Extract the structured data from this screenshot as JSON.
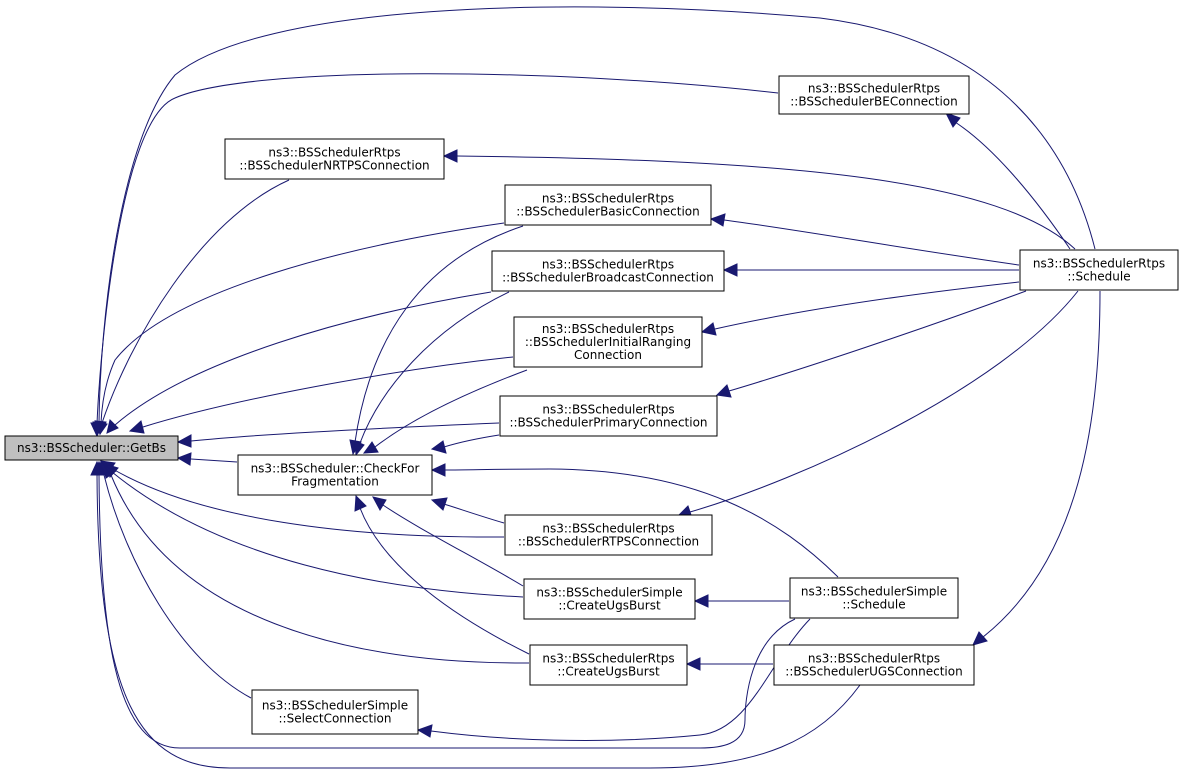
{
  "diagram": {
    "type": "call-graph",
    "edge_color": "#191970",
    "root_fill": "#bfbfbf",
    "nodes": [
      {
        "id": "getbs",
        "root": true,
        "lines": [
          "ns3::BSScheduler::GetBs"
        ]
      },
      {
        "id": "rtps_be",
        "lines": [
          "ns3::BSSchedulerRtps",
          "::BSSchedulerBEConnection"
        ]
      },
      {
        "id": "rtps_nrtps",
        "lines": [
          "ns3::BSSchedulerRtps",
          "::BSSchedulerNRTPSConnection"
        ]
      },
      {
        "id": "rtps_basic",
        "lines": [
          "ns3::BSSchedulerRtps",
          "::BSSchedulerBasicConnection"
        ]
      },
      {
        "id": "rtps_broadcast",
        "lines": [
          "ns3::BSSchedulerRtps",
          "::BSSchedulerBroadcastConnection"
        ]
      },
      {
        "id": "rtps_initial",
        "lines": [
          "ns3::BSSchedulerRtps",
          "::BSSchedulerInitialRanging",
          "Connection"
        ]
      },
      {
        "id": "rtps_primary",
        "lines": [
          "ns3::BSSchedulerRtps",
          "::BSSchedulerPrimaryConnection"
        ]
      },
      {
        "id": "checkfrag",
        "lines": [
          "ns3::BSScheduler::CheckFor",
          "Fragmentation"
        ]
      },
      {
        "id": "rtps_rtps",
        "lines": [
          "ns3::BSSchedulerRtps",
          "::BSSchedulerRTPSConnection"
        ]
      },
      {
        "id": "simple_ugs",
        "lines": [
          "ns3::BSSchedulerSimple",
          "::CreateUgsBurst"
        ]
      },
      {
        "id": "rtps_ugsburst",
        "lines": [
          "ns3::BSSchedulerRtps",
          "::CreateUgsBurst"
        ]
      },
      {
        "id": "simple_select",
        "lines": [
          "ns3::BSSchedulerSimple",
          "::SelectConnection"
        ]
      },
      {
        "id": "rtps_schedule",
        "lines": [
          "ns3::BSSchedulerRtps",
          "::Schedule"
        ]
      },
      {
        "id": "simple_schedule",
        "lines": [
          "ns3::BSSchedulerSimple",
          "::Schedule"
        ]
      },
      {
        "id": "rtps_ugsconn",
        "lines": [
          "ns3::BSSchedulerRtps",
          "::BSSchedulerUGSConnection"
        ]
      }
    ],
    "edges": [
      {
        "from": "rtps_be",
        "to": "getbs"
      },
      {
        "from": "rtps_nrtps",
        "to": "getbs"
      },
      {
        "from": "rtps_basic",
        "to": "getbs"
      },
      {
        "from": "rtps_broadcast",
        "to": "getbs"
      },
      {
        "from": "rtps_initial",
        "to": "getbs"
      },
      {
        "from": "rtps_primary",
        "to": "getbs"
      },
      {
        "from": "checkfrag",
        "to": "getbs"
      },
      {
        "from": "rtps_rtps",
        "to": "getbs"
      },
      {
        "from": "simple_ugs",
        "to": "getbs"
      },
      {
        "from": "rtps_ugsburst",
        "to": "getbs"
      },
      {
        "from": "simple_select",
        "to": "getbs"
      },
      {
        "from": "rtps_schedule",
        "to": "getbs"
      },
      {
        "from": "simple_schedule",
        "to": "getbs"
      },
      {
        "from": "rtps_ugsconn",
        "to": "getbs"
      },
      {
        "from": "rtps_basic",
        "to": "checkfrag"
      },
      {
        "from": "rtps_broadcast",
        "to": "checkfrag"
      },
      {
        "from": "rtps_initial",
        "to": "checkfrag"
      },
      {
        "from": "rtps_primary",
        "to": "checkfrag"
      },
      {
        "from": "rtps_rtps",
        "to": "checkfrag"
      },
      {
        "from": "simple_ugs",
        "to": "checkfrag"
      },
      {
        "from": "rtps_ugsburst",
        "to": "checkfrag"
      },
      {
        "from": "simple_schedule",
        "to": "checkfrag"
      },
      {
        "from": "rtps_schedule",
        "to": "rtps_be"
      },
      {
        "from": "rtps_schedule",
        "to": "rtps_nrtps"
      },
      {
        "from": "rtps_schedule",
        "to": "rtps_basic"
      },
      {
        "from": "rtps_schedule",
        "to": "rtps_broadcast"
      },
      {
        "from": "rtps_schedule",
        "to": "rtps_initial"
      },
      {
        "from": "rtps_schedule",
        "to": "rtps_primary"
      },
      {
        "from": "rtps_schedule",
        "to": "rtps_rtps"
      },
      {
        "from": "rtps_schedule",
        "to": "rtps_ugsconn"
      },
      {
        "from": "simple_schedule",
        "to": "simple_ugs"
      },
      {
        "from": "simple_schedule",
        "to": "simple_select"
      },
      {
        "from": "rtps_ugsconn",
        "to": "rtps_ugsburst"
      }
    ]
  }
}
